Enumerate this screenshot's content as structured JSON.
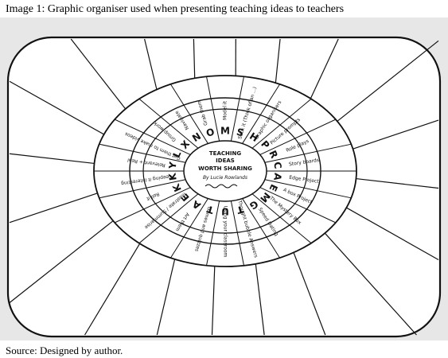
{
  "caption": {
    "title": "Image 1: Graphic organiser used when presenting teaching ideas to teachers",
    "source": "Source: Designed by author."
  },
  "diagram": {
    "center": {
      "line1": "TEACHING",
      "line2": "IDEAS",
      "line3": "WORTH SHARING",
      "author": "By Lucie Rowlands"
    },
    "segments": [
      {
        "letter": "M",
        "text": "Model it"
      },
      {
        "letter": "S",
        "text": "Stick it (Think of an ...)"
      },
      {
        "letter": "H",
        "text": "Graphic organisers"
      },
      {
        "letter": "P",
        "text": "Picture prompts"
      },
      {
        "letter": "R",
        "text": "Role plays"
      },
      {
        "letter": "C",
        "text": "Story boards"
      },
      {
        "letter": "A",
        "text": "Edge Project"
      },
      {
        "letter": "E",
        "text": "A box Project"
      },
      {
        "letter": "M",
        "text": "The Mystery Box"
      },
      {
        "letter": "G",
        "text": "Speed Dating"
      },
      {
        "letter": "T",
        "text": "Thought bubble Answers"
      },
      {
        "letter": "U",
        "text": "Using your classroom"
      },
      {
        "letter": "T",
        "text": "Games and quizzes"
      },
      {
        "letter": "A",
        "text": "Art them"
      },
      {
        "letter": "E",
        "text": "Illustrate / Summarise"
      },
      {
        "letter": "K",
        "text": "Roll it"
      },
      {
        "letter": "K",
        "text": "Keeping it Interesting"
      },
      {
        "letter": "Y",
        "text": "Relevant + Real"
      },
      {
        "letter": "L",
        "text": "Get them to make videos"
      },
      {
        "letter": "X",
        "text": "Group work"
      },
      {
        "letter": "N",
        "text": "Navigate"
      },
      {
        "letter": "O",
        "text": "Grab them"
      }
    ]
  },
  "colors": {
    "ink": "#111111",
    "paper": "#ffffff",
    "photo_background": "#e7e7e7"
  }
}
